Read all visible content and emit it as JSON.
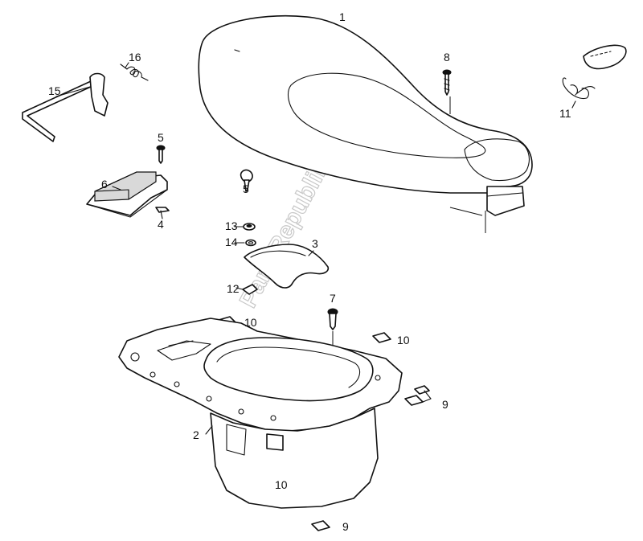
{
  "diagram": {
    "watermark": "PartsRepublik",
    "colors": {
      "line": "#111111",
      "watermark": "#c8c8c8",
      "background": "#ffffff"
    },
    "callouts": {
      "c1": "1",
      "c2": "2",
      "c3": "3",
      "c4": "4",
      "c5a": "5",
      "c5b": "5",
      "c6": "6",
      "c7": "7",
      "c8": "8",
      "c9a": "9",
      "c9b": "9",
      "c10a": "10",
      "c10b": "10",
      "c10c": "10",
      "c11": "11",
      "c12": "12",
      "c13": "13",
      "c14": "14",
      "c15": "15",
      "c16": "16"
    }
  }
}
